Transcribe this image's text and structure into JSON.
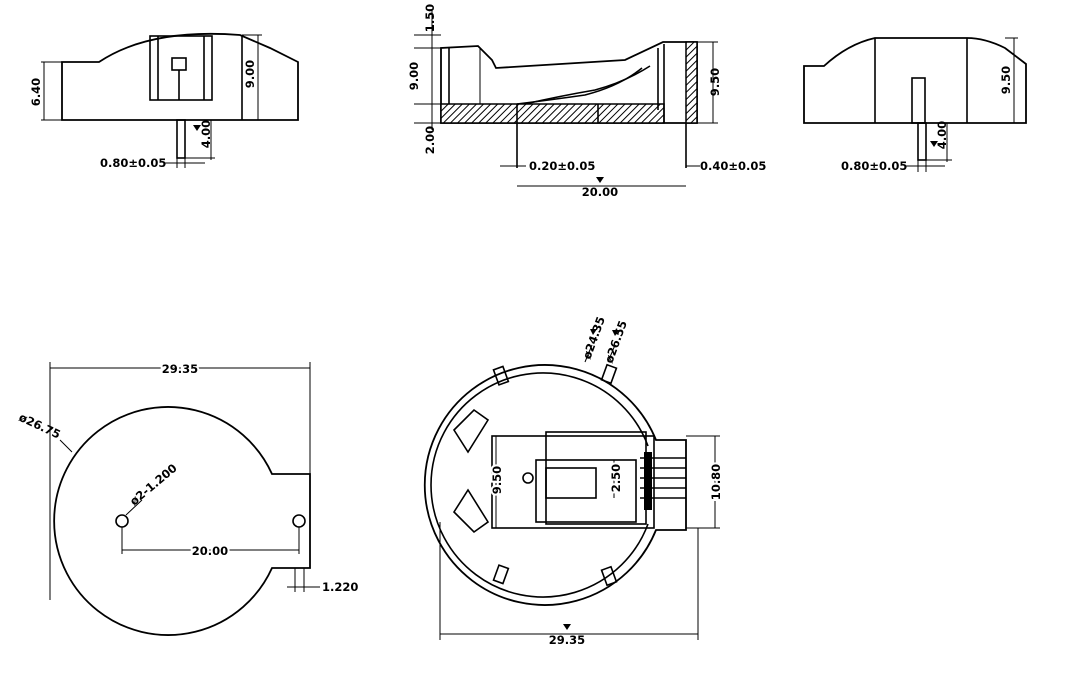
{
  "side_view_left": {
    "dim_height_body": "6.40",
    "dim_height_total": "9.00",
    "dim_pin_length": "4.00",
    "dim_pin_width": "0.80±0.05"
  },
  "front_view": {
    "dim_top": "1.50",
    "dim_height": "9.00",
    "dim_base": "2.00",
    "dim_right_height": "9.50",
    "dim_pin_left": "0.20±0.05",
    "dim_pin_right": "0.40±0.05",
    "dim_pin_spacing": "20.00"
  },
  "side_view_right": {
    "dim_height": "9.50",
    "dim_pin_length": "4.00",
    "dim_pin_width": "0.80±0.05"
  },
  "footprint_view": {
    "dim_width": "29.35",
    "dim_circle": "ø26.75",
    "dim_holes": "ø2-1.200",
    "dim_hole_spacing": "20.00",
    "dim_tab": "1.220"
  },
  "top_view": {
    "dim_inner": "ø24.35",
    "dim_outer": "ø26.55",
    "dim_slot_height": "9.50",
    "dim_slot_inner": "2.50",
    "dim_tab_height": "10.80",
    "dim_width": "29.35"
  }
}
